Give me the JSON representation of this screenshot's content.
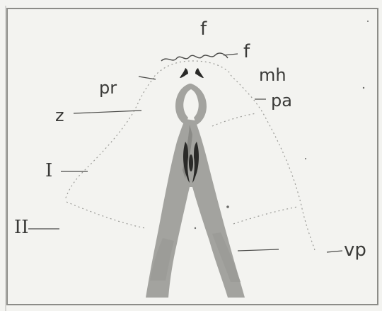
{
  "figure": {
    "labels": {
      "top_f": "f",
      "f": "f",
      "mh": "mh",
      "pr": "pr",
      "pa": "pa",
      "z": "z",
      "roman_1": "I",
      "roman_2": "II",
      "vp": "vp"
    },
    "colors": {
      "background": "#f3f3f0",
      "frame": "#8c8c88",
      "tissue": "#a3a39f",
      "tissue_dark": "#8a8a86",
      "ink": "#2a2a28",
      "dotted_line": "#9a9a96"
    }
  }
}
